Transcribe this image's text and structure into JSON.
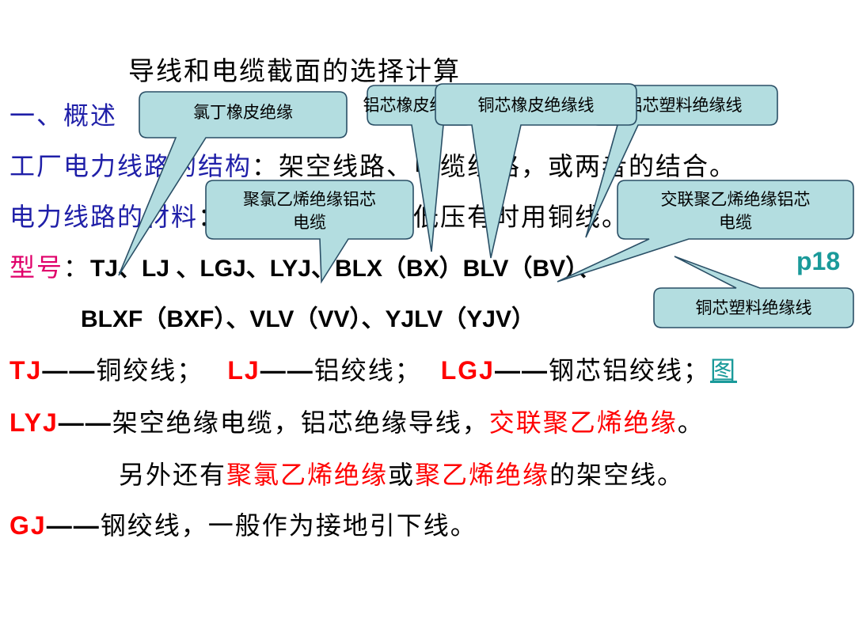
{
  "title": "导线和电缆截面的选择计算",
  "section_heading": "一、概述",
  "line_structure": {
    "label": "工厂电力线路的结构",
    "sep": "：",
    "text": "架空线路、电缆线路，或两者的结合。"
  },
  "line_material": {
    "label": "电力线路的材料",
    "sep": "：",
    "text": "一般多用铝线，低压有时用铜线。"
  },
  "model": {
    "label": "型号",
    "sep": "：",
    "row1": "TJ、LJ 、LGJ、LYJ、BLX（BX）BLV（BV）、",
    "row2": "BLXF（BXF）、VLV（VV）、YJLV（YJV）"
  },
  "page_ref": "p18",
  "definitions": {
    "tj_code": "TJ",
    "tj_dash": "——",
    "tj_text": "铜绞线；",
    "lj_code": "LJ",
    "lj_dash": "——",
    "lj_text": "铝绞线；",
    "lgj_code": "LGJ",
    "lgj_dash": "——",
    "lgj_text": "钢芯铝绞线；",
    "figure_link": "图",
    "lyj_code": "LYJ",
    "lyj_dash": "——",
    "lyj_text": "架空绝缘电缆，铝芯绝缘导线，",
    "lyj_highlight": "交联聚乙烯绝缘",
    "lyj_end": "。",
    "also_prefix": "另外还有",
    "also_hl1": "聚氯乙烯绝缘",
    "also_or": "或",
    "also_hl2": "聚乙烯绝缘",
    "also_suffix": "的架空线。",
    "gj_code": "GJ",
    "gj_dash": "——",
    "gj_text": "钢绞线，一般作为接地引下线。"
  },
  "callouts": {
    "chloroprene": "氯丁橡皮绝缘",
    "al_rubber": "铝芯橡皮绝缘线",
    "cu_rubber": "铜芯橡皮绝缘线",
    "al_plastic": "铝芯塑料绝缘线",
    "pvc_al_line1": "聚氯乙烯绝缘铝芯",
    "pvc_al_line2": "电缆",
    "xlpe_al_line1": "交联聚乙烯绝缘铝芯",
    "xlpe_al_line2": "电缆",
    "cu_plastic": "铜芯塑料绝缘线"
  },
  "colors": {
    "callout_fill": "#b3dde0",
    "callout_stroke": "#2a4f66",
    "heading_blue": "#1f1fa8",
    "highlight_red": "#ff0000",
    "label_pink": "#e0006a",
    "ref_teal": "#1a9a9a"
  }
}
